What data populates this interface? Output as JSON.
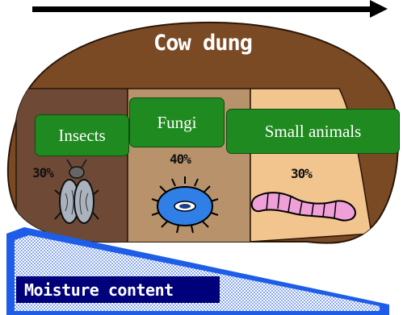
{
  "diagram": {
    "title": "Cow dung",
    "sections": [
      {
        "name": "Insects",
        "percent": "30%",
        "icon": "beetle-icon"
      },
      {
        "name": "Fungi",
        "percent": "40%",
        "icon": "fungus-icon"
      },
      {
        "name": "Small animals",
        "percent": "30%",
        "icon": "worm-icon"
      }
    ],
    "moisture_label": "Moisture content",
    "colors": {
      "dung_brown": "#7a4a25",
      "insects_bg": "#6e4a36",
      "fungi_bg": "#b8926a",
      "small_animals_bg": "#f2c48e",
      "label_green": "#1f8a1f",
      "wedge_blue": "#1e5de8",
      "moisture_bg": "#00007a"
    }
  }
}
